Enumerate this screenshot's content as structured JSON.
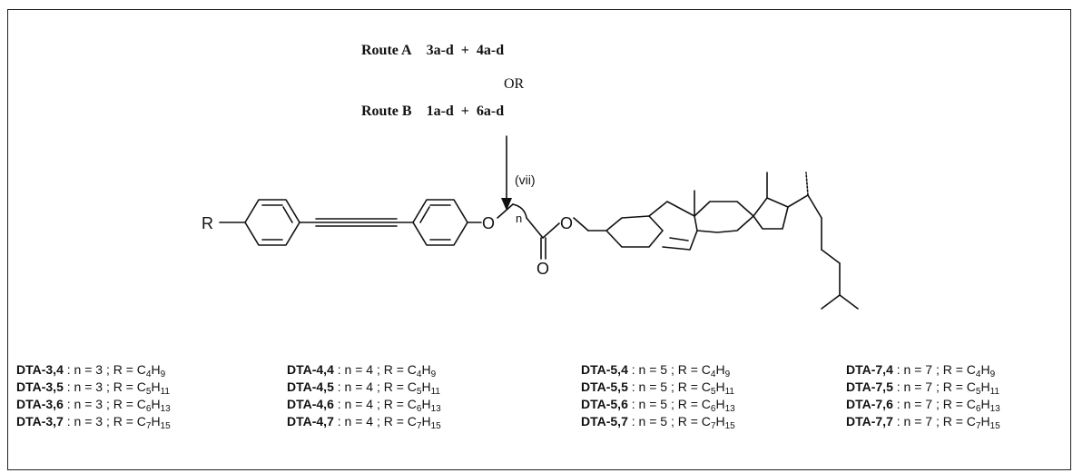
{
  "routes": {
    "a": {
      "label": "Route A",
      "text": "3a-d  +  4a-d"
    },
    "or": "OR",
    "b": {
      "label": "Route B",
      "text": "1a-d  +  6a-d"
    }
  },
  "conditions": "(vii)",
  "structure": {
    "r_label": "R",
    "ether_o": "O",
    "carbonyl_o": "O",
    "ester_o": "O",
    "n_label": "n"
  },
  "compounds": [
    [
      {
        "code": "DTA-3,4",
        "n": "n = 3",
        "r": "C",
        "sub": "4",
        "h": "H",
        "hsub": "9"
      },
      {
        "code": "DTA-3,5",
        "n": "n = 3",
        "r": "C",
        "sub": "5",
        "h": "H",
        "hsub": "11"
      },
      {
        "code": "DTA-3,6",
        "n": "n = 3",
        "r": "C",
        "sub": "6",
        "h": "H",
        "hsub": "13"
      },
      {
        "code": "DTA-3,7",
        "n": "n = 3",
        "r": "C",
        "sub": "7",
        "h": "H",
        "hsub": "15"
      }
    ],
    [
      {
        "code": "DTA-4,4",
        "n": "n = 4",
        "r": "C",
        "sub": "4",
        "h": "H",
        "hsub": "9"
      },
      {
        "code": "DTA-4,5",
        "n": "n = 4",
        "r": "C",
        "sub": "5",
        "h": "H",
        "hsub": "11"
      },
      {
        "code": "DTA-4,6",
        "n": "n = 4",
        "r": "C",
        "sub": "6",
        "h": "H",
        "hsub": "13"
      },
      {
        "code": "DTA-4,7",
        "n": "n = 4",
        "r": "C",
        "sub": "7",
        "h": "H",
        "hsub": "15"
      }
    ],
    [
      {
        "code": "DTA-5,4",
        "n": "n = 5",
        "r": "C",
        "sub": "4",
        "h": "H",
        "hsub": "9"
      },
      {
        "code": "DTA-5,5",
        "n": "n = 5",
        "r": "C",
        "sub": "5",
        "h": "H",
        "hsub": "11"
      },
      {
        "code": "DTA-5,6",
        "n": "n = 5",
        "r": "C",
        "sub": "6",
        "h": "H",
        "hsub": "13"
      },
      {
        "code": "DTA-5,7",
        "n": "n = 5",
        "r": "C",
        "sub": "7",
        "h": "H",
        "hsub": "15"
      }
    ],
    [
      {
        "code": "DTA-7,4",
        "n": "n = 7",
        "r": "C",
        "sub": "4",
        "h": "H",
        "hsub": "9"
      },
      {
        "code": "DTA-7,5",
        "n": "n = 7",
        "r": "C",
        "sub": "5",
        "h": "H",
        "hsub": "11"
      },
      {
        "code": "DTA-7,6",
        "n": "n = 7",
        "r": "C",
        "sub": "6",
        "h": "H",
        "hsub": "13"
      },
      {
        "code": "DTA-7,7",
        "n": "n = 7",
        "r": "C",
        "sub": "7",
        "h": "H",
        "hsub": "15"
      }
    ]
  ]
}
